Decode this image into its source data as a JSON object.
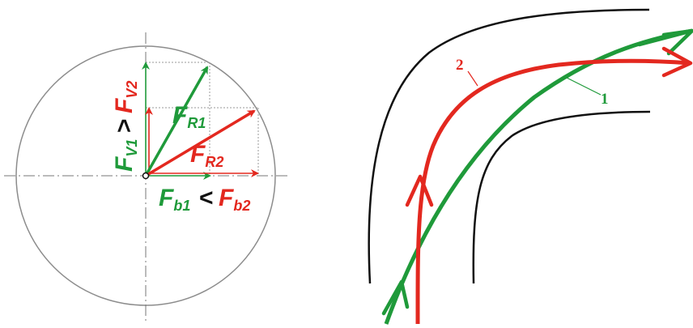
{
  "colors": {
    "green": "#1f9a3a",
    "red": "#e3281f",
    "black": "#111111",
    "grey": "#8c8c8c"
  },
  "left_diagram": {
    "fv1": {
      "main": "F",
      "sub": "V1"
    },
    "fv2": {
      "main": "F",
      "sub": "V2"
    },
    "fr1": {
      "main": "F",
      "sub": "R1"
    },
    "fr2": {
      "main": "F",
      "sub": "R2"
    },
    "fb1": {
      "main": "F",
      "sub": "b1"
    },
    "fb2": {
      "main": "F",
      "sub": "b2"
    },
    "vertical_compare": ">",
    "horizontal_compare": "<"
  },
  "right_diagram": {
    "path_1_label": "1",
    "path_2_label": "2"
  }
}
